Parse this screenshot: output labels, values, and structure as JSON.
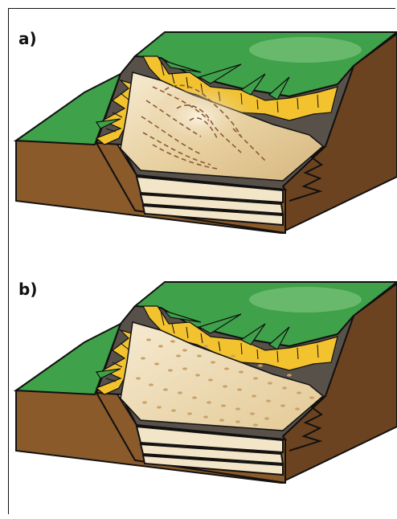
{
  "panels": [
    {
      "label": "a)",
      "fill": "patterned-flow"
    },
    {
      "label": "b)",
      "fill": "dotted-infill"
    }
  ],
  "colors": {
    "grass": "#3fa14a",
    "grass_light": "#7cc37a",
    "soil_front": "#8a5a2b",
    "soil_side": "#6e4320",
    "scarp_dark": "#57514a",
    "scarp_yellow": "#f2c22f",
    "deposit_light": "#f3e5c8",
    "deposit_mid": "#dcc08d",
    "layer_line": "#2a2018",
    "outline": "#111111"
  }
}
